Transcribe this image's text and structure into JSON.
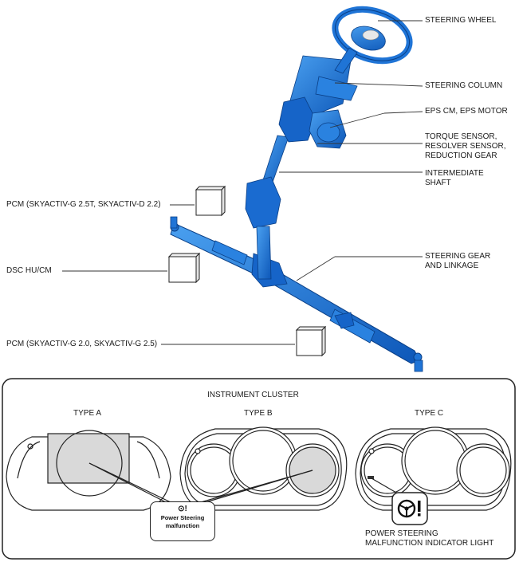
{
  "labels": {
    "steering_wheel": "STEERING WHEEL",
    "steering_column": "STEERING COLUMN",
    "eps_cm_motor": "EPS CM, EPS MOTOR",
    "torque_sensor": [
      "TORQUE SENSOR,",
      "RESOLVER SENSOR,",
      "REDUCTION GEAR"
    ],
    "intermediate_shaft": [
      "INTERMEDIATE",
      "SHAFT"
    ],
    "steering_gear": [
      "STEERING GEAR",
      "AND LINKAGE"
    ],
    "pcm_top": "PCM (SKYACTIV-G 2.5T, SKYACTIV-D 2.2)",
    "dsc": "DSC HU/CM",
    "pcm_bottom": "PCM (SKYACTIV-G 2.0, SKYACTIV-G 2.5)"
  },
  "cluster": {
    "title": "INSTRUMENT CLUSTER",
    "type_a": "TYPE A",
    "type_b": "TYPE B",
    "type_c": "TYPE C",
    "callout_text": [
      "Power Steering",
      "malfunction"
    ],
    "indicator_label": [
      "POWER STEERING",
      "MALFUNCTION INDICATOR LIGHT"
    ]
  },
  "colors": {
    "part_blue": "#1f74d6",
    "part_dark": "#0d4fa8",
    "screen_gray": "#d9d9d9"
  },
  "icons": [
    "steering-warning-icon"
  ]
}
